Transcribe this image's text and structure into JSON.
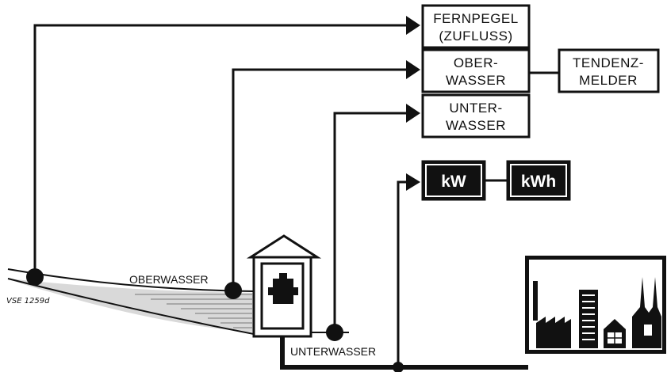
{
  "boxes": {
    "fernpegel": {
      "line1": "FERNPEGEL",
      "line2": "(ZUFLUSS)"
    },
    "oberwasser_box": {
      "line1": "OBER-",
      "line2": "WASSER"
    },
    "tendenz": {
      "line1": "TENDENZ-",
      "line2": "MELDER"
    },
    "unterwasser_box": {
      "line1": "UNTER-",
      "line2": "WASSER"
    },
    "kw": "kW",
    "kwh": "kWh"
  },
  "labels": {
    "oberwasser": "OBERWASSER",
    "unterwasser": "UNTERWASSER",
    "figure_id": "VSE 1259d"
  },
  "colors": {
    "ink": "#111111",
    "paper": "#ffffff"
  }
}
